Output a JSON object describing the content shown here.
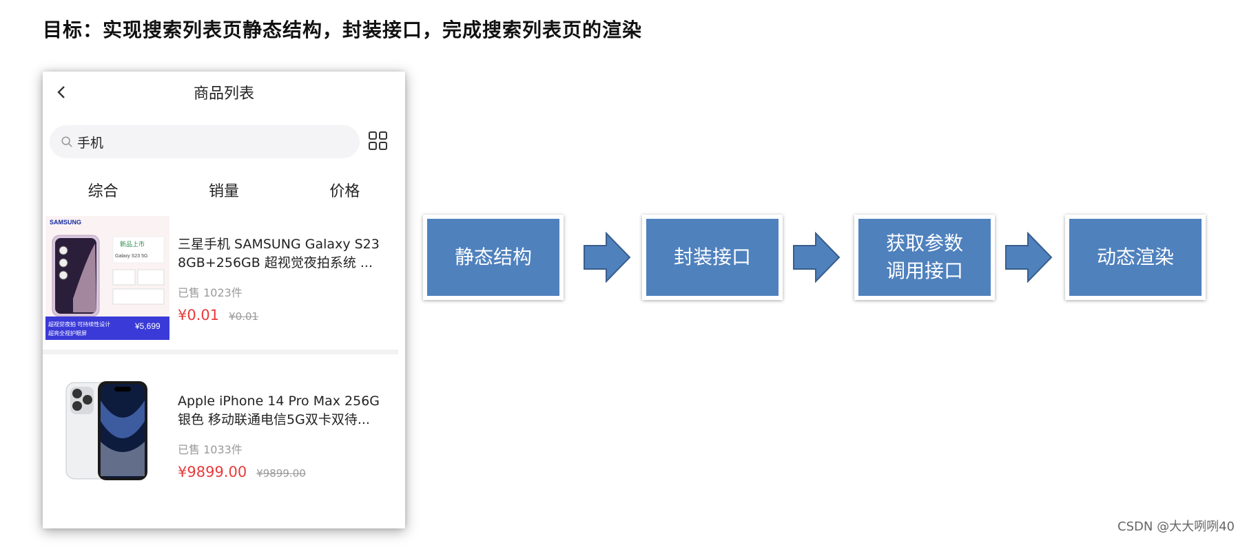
{
  "slide": {
    "title": "目标：实现搜索列表页静态结构，封装接口，完成搜索列表页的渲染"
  },
  "phone": {
    "nav": {
      "title": "商品列表",
      "back_icon": "chevron-left-icon"
    },
    "search": {
      "value": "手机",
      "icon": "search-icon"
    },
    "layout_toggle_icon": "grid-icon",
    "sort_tabs": [
      "综合",
      "销量",
      "价格"
    ],
    "products": [
      {
        "name_line1": "三星手机 SAMSUNG Galaxy S23",
        "name_line2": "8GB+256GB 超视觉夜拍系统 ...",
        "sold": "已售 1023件",
        "price": "¥0.01",
        "original_price": "¥0.01",
        "image": {
          "brand": "SAMSUNG",
          "badge_title": "新品上市",
          "badge_model": "Galaxy S23 5G",
          "banner_text_1": "超视觉夜拍 可持续性设计",
          "banner_text_2": "超亮全视护眼屏",
          "banner_price": "¥5,699"
        }
      },
      {
        "name_line1": "Apple iPhone 14 Pro Max 256G",
        "name_line2": "银色 移动联通电信5G双卡双待...",
        "sold": "已售 1033件",
        "price": "¥9899.00",
        "original_price": "¥9899.00"
      }
    ]
  },
  "flow": {
    "steps": [
      "静态结构",
      "封装接口",
      "获取参数\n调用接口",
      "动态渲染"
    ],
    "arrow_icon": "right-arrow-icon",
    "colors": {
      "box_fill": "#4f81bd",
      "arrow_fill": "#4f81bd",
      "arrow_stroke": "#385d8a"
    }
  },
  "watermark": "CSDN @大大咧咧40",
  "colors": {
    "price": "#e83a3a",
    "muted": "#999999"
  }
}
